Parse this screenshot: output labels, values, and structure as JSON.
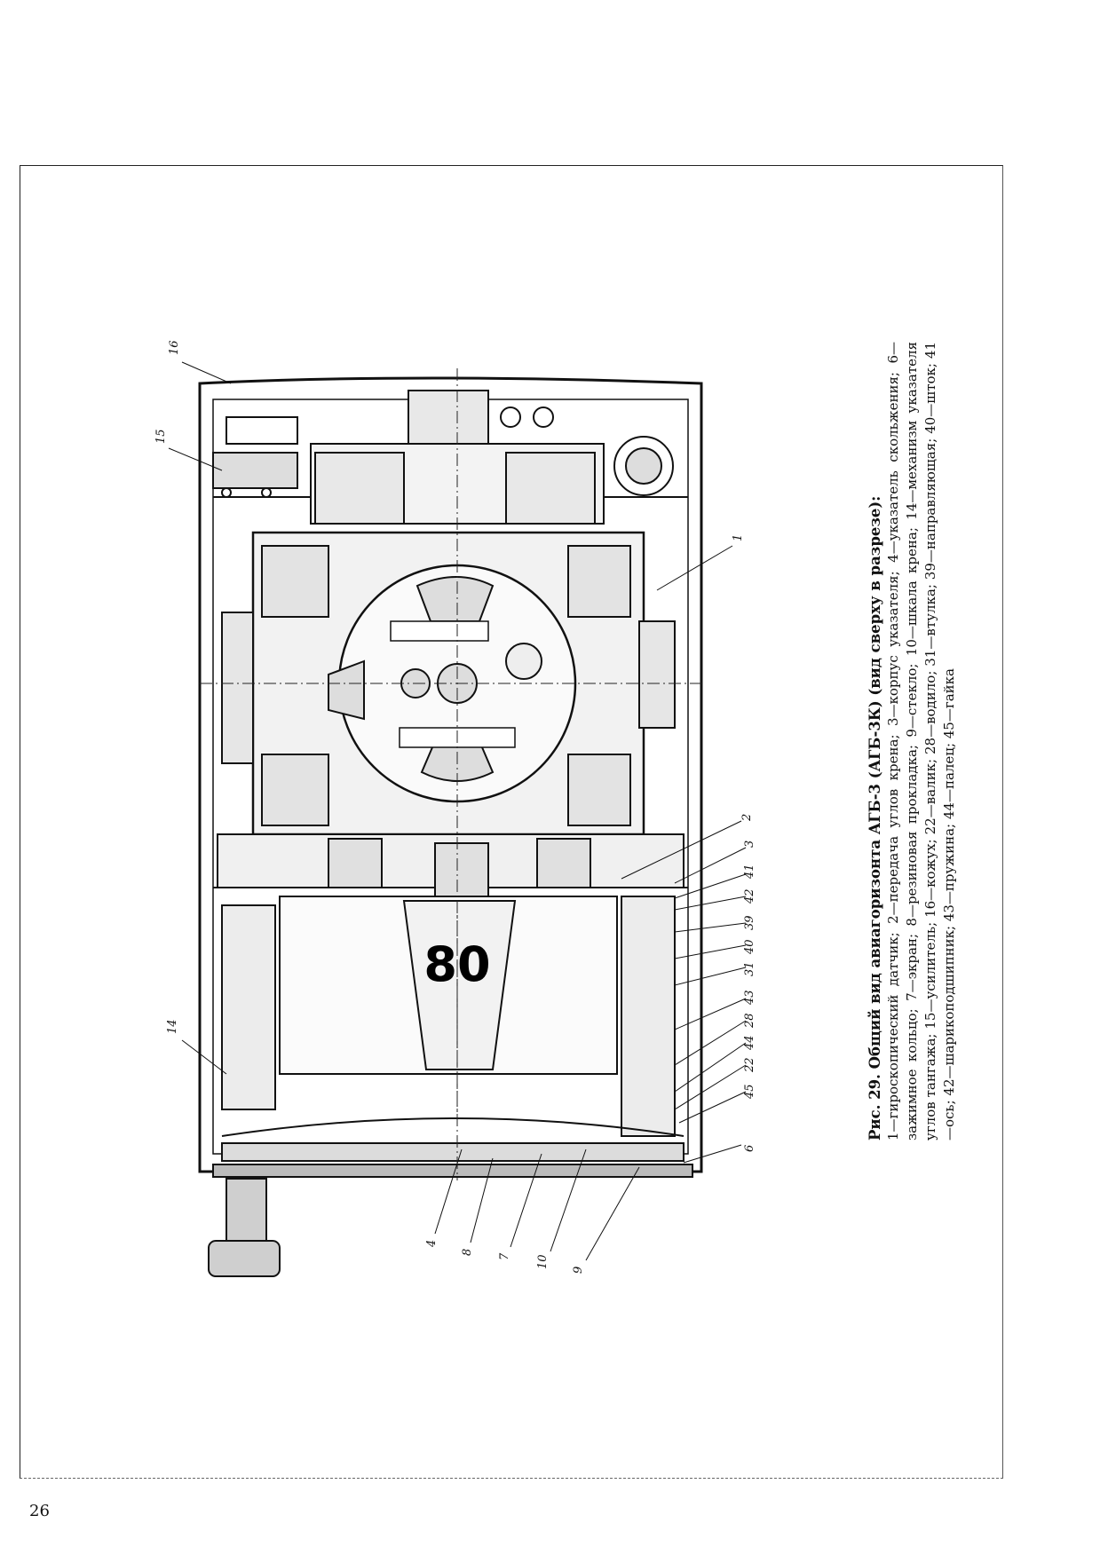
{
  "figure": {
    "title": "Рис. 29. Общий вид авиагоризонта АГБ-3 (АГБ-3К) (вид сверху в разрезе):",
    "legend": "1—гироскопический датчик; 2—передача углов крена; 3—корпус указателя; 4—указатель скольжения; 6—зажимное кольцо; 7—экран; 8—резиновая прокладка; 9—стекло; 10—шкала крена; 14—механизм указателя углов тангажа; 15—усилитель; 16—кожух; 22—валик; 28—водило; 31—втулка; 39—направляющая; 40—шток; 41—ось; 42—шарикоподшипник; 43—пружина; 44—палец; 45—гайка",
    "scale_text": "80",
    "callouts": [
      "16",
      "15",
      "1",
      "14",
      "2",
      "3",
      "41",
      "42",
      "39",
      "40",
      "31",
      "43",
      "28",
      "44",
      "22",
      "45",
      "6",
      "4",
      "8",
      "7",
      "10",
      "9"
    ]
  },
  "page": {
    "number": "26"
  }
}
